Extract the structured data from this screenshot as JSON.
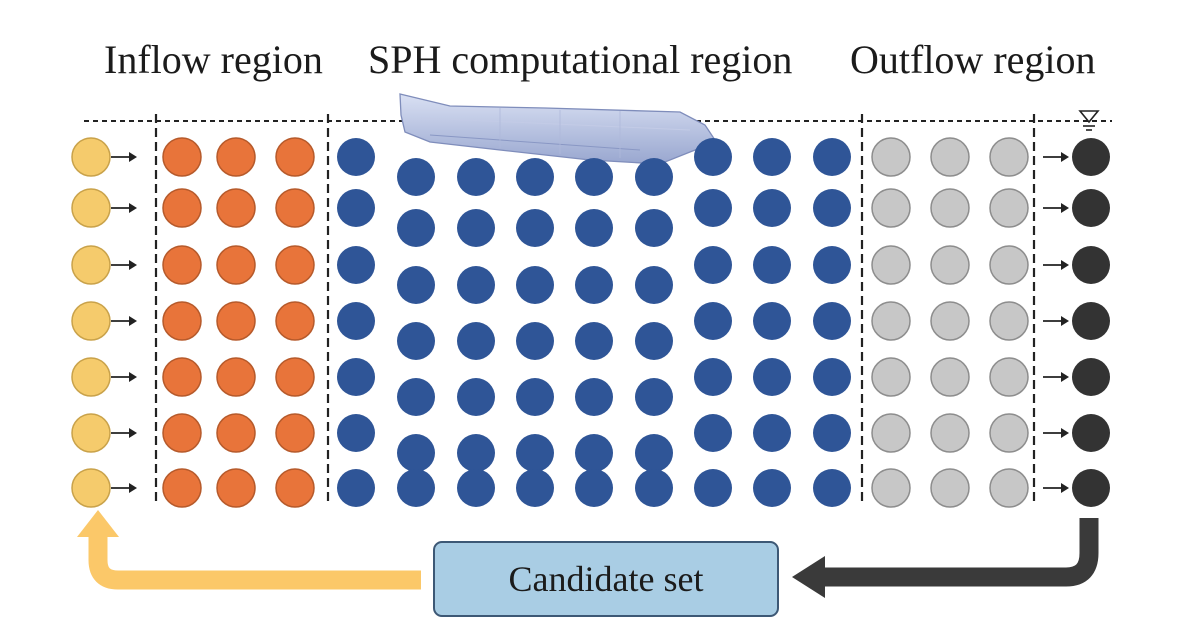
{
  "labels": {
    "inflow": "Inflow region",
    "sph": "SPH computational region",
    "outflow": "Outflow region",
    "candidate": "Candidate set"
  },
  "icons": {
    "water_level": "free-surface-triangle-icon",
    "hull": "ship-hull-icon"
  },
  "grid": {
    "rows": 7,
    "inlet_columns": 1,
    "inflow_columns": 3,
    "sph_columns": 9,
    "outflow_columns": 3,
    "outlet_columns": 1
  },
  "colors": {
    "inlet": "#f5cb6c",
    "inflow": "#e8743a",
    "sph": "#2f5597",
    "outflow": "#c7c7c7",
    "outlet": "#333333",
    "candidate_box": "#a9cde4",
    "return_arrow_left": "#fbc869",
    "return_arrow_right": "#3a3a3a"
  }
}
